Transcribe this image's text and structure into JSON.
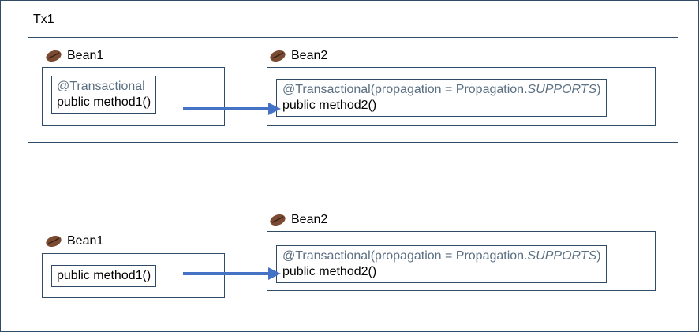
{
  "tx_label": "Tx1",
  "top": {
    "bean1": {
      "label": "Bean1",
      "annotation": "@Transactional",
      "method": "public method1()"
    },
    "bean2": {
      "label": "Bean2",
      "annotation_prefix": "@Transactional(propagation = Propagation.",
      "annotation_italic": "SUPPORTS",
      "annotation_suffix": ")",
      "method": "public method2()"
    }
  },
  "bottom": {
    "bean1": {
      "label": "Bean1",
      "method": "public method1()"
    },
    "bean2": {
      "label": "Bean2",
      "annotation_prefix": "@Transactional(propagation = Propagation.",
      "annotation_italic": "SUPPORTS",
      "annotation_suffix": ")",
      "method": "public method2()"
    }
  },
  "colors": {
    "border": "#2f4b66",
    "arrow": "#4472c4",
    "annotation": "#5b6f82",
    "bean": "#7a4a32"
  },
  "icons": [
    "coffee-bean-icon"
  ]
}
